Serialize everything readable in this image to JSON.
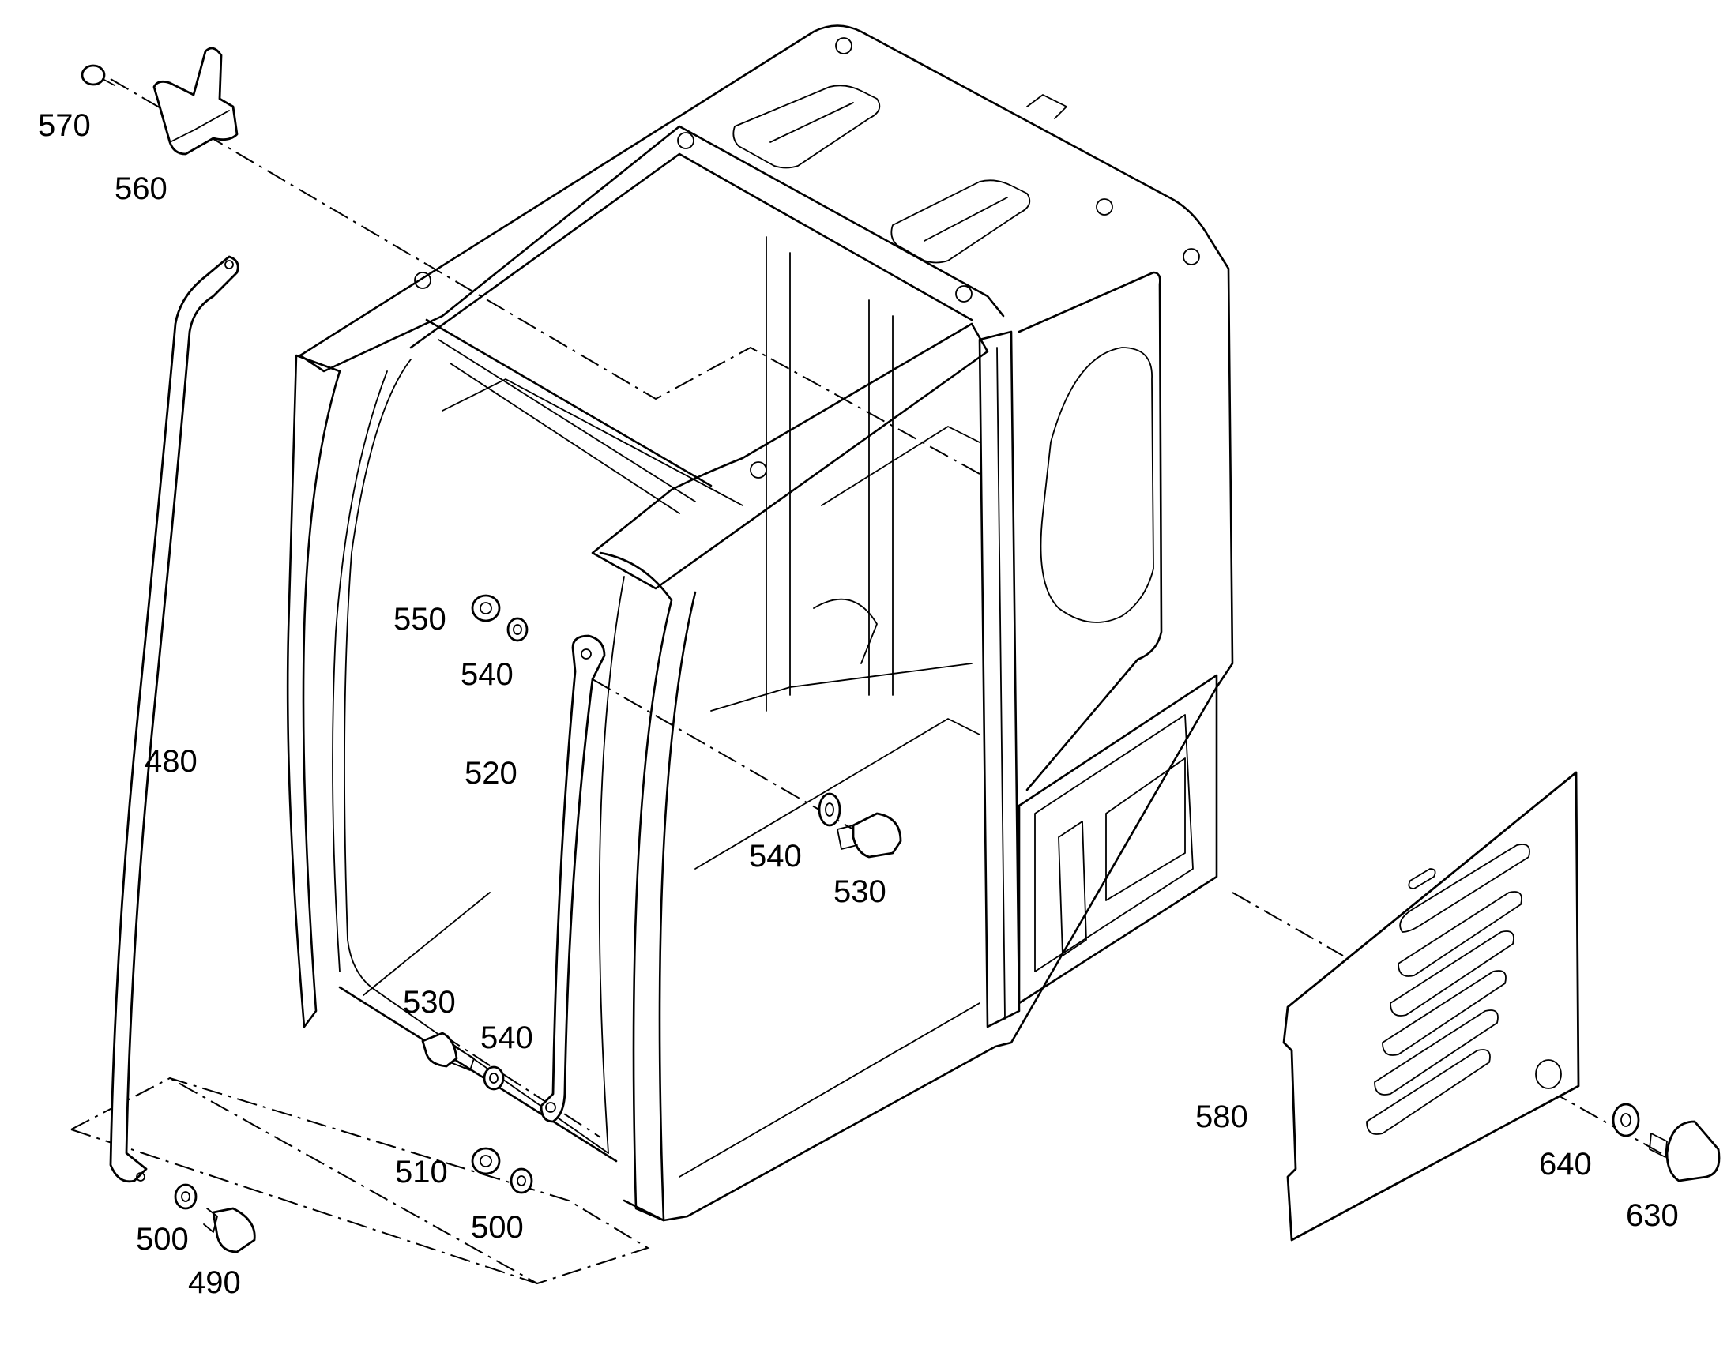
{
  "diagram": {
    "callouts": [
      {
        "id": "c570",
        "text": "570"
      },
      {
        "id": "c560",
        "text": "560"
      },
      {
        "id": "c480",
        "text": "480"
      },
      {
        "id": "c550",
        "text": "550"
      },
      {
        "id": "c540a",
        "text": "540"
      },
      {
        "id": "c520",
        "text": "520"
      },
      {
        "id": "c540b",
        "text": "540"
      },
      {
        "id": "c530a",
        "text": "530"
      },
      {
        "id": "c530b",
        "text": "530"
      },
      {
        "id": "c540c",
        "text": "540"
      },
      {
        "id": "c510",
        "text": "510"
      },
      {
        "id": "c500a",
        "text": "500"
      },
      {
        "id": "c500b",
        "text": "500"
      },
      {
        "id": "c490",
        "text": "490"
      },
      {
        "id": "c580",
        "text": "580"
      },
      {
        "id": "c640",
        "text": "640"
      },
      {
        "id": "c630",
        "text": "630"
      }
    ]
  }
}
